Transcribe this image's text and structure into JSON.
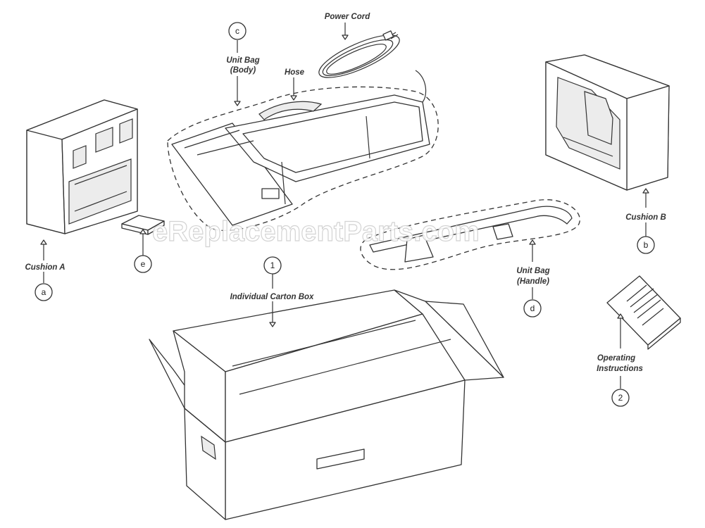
{
  "labels": {
    "power_cord": "Power Cord",
    "unit_bag_body_l1": "Unit Bag",
    "unit_bag_body_l2": "(Body)",
    "hose": "Hose",
    "cushion_a": "Cushion A",
    "cushion_b": "Cushion B",
    "individual_carton_box": "Individual Carton Box",
    "unit_bag_handle_l1": "Unit Bag",
    "unit_bag_handle_l2": "(Handle)",
    "operating_instructions_l1": "Operating",
    "operating_instructions_l2": "Instructions"
  },
  "callouts": {
    "a": "a",
    "b": "b",
    "c": "c",
    "d": "d",
    "e": "e",
    "one": "1",
    "two": "2"
  },
  "watermark": "eReplacementParts.com"
}
